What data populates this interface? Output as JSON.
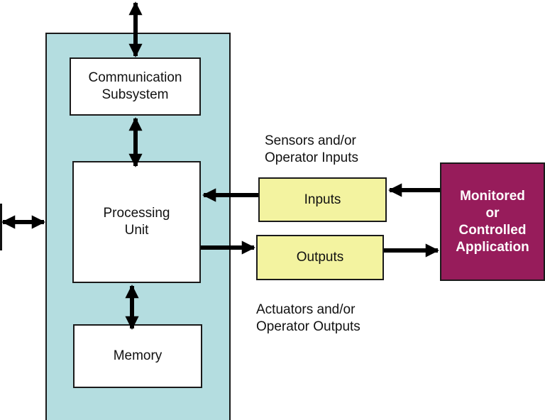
{
  "boxes": {
    "communication": {
      "line1": "Communication",
      "line2": "Subsystem"
    },
    "processing": {
      "line1": "Processing",
      "line2": "Unit"
    },
    "memory": {
      "label": "Memory"
    },
    "inputs": {
      "label": "Inputs"
    },
    "outputs": {
      "label": "Outputs"
    },
    "application": {
      "line1": "Monitored",
      "line2": "or",
      "line3": "Controlled",
      "line4": "Application"
    }
  },
  "annotations": {
    "sensors": {
      "line1": "Sensors and/or",
      "line2": "Operator Inputs"
    },
    "actuators": {
      "line1": "Actuators and/or",
      "line2": "Operator Outputs"
    }
  },
  "colors": {
    "system_panel": "#b4dde0",
    "io_box": "#f3f3a0",
    "application_box": "#971c5b",
    "arrow": "#000000"
  }
}
